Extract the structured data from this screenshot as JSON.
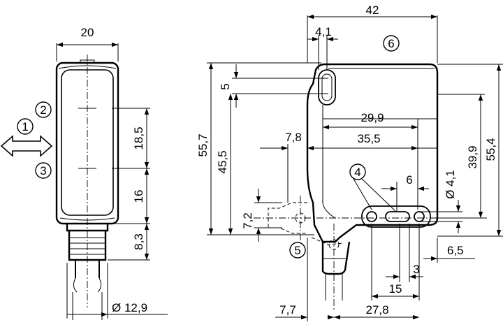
{
  "dimensions": {
    "front_width": "20",
    "front_upper": "18,5",
    "front_lower": "16",
    "connector_height": "8,3",
    "cable_diameter": "Ø 12,9",
    "side_width": "42",
    "lens_offset": "4,1",
    "lens_top": "5",
    "total_height": "55,7",
    "side_height": "45,5",
    "optical_axis": "7,8",
    "depth_1": "29,9",
    "depth_2": "35,5",
    "mount_spacing": "6",
    "hole_diameter": "Ø 4,1",
    "height_1": "39,9",
    "height_2": "55,4",
    "slot_offset": "7,2",
    "foot_right": "6,5",
    "slot_1": "3",
    "slot_2": "15",
    "bottom_left": "7,7",
    "bottom_right": "27,8"
  },
  "callouts": {
    "c1": "1",
    "c2": "2",
    "c3": "3",
    "c4": "4",
    "c5": "5",
    "c6": "6"
  }
}
